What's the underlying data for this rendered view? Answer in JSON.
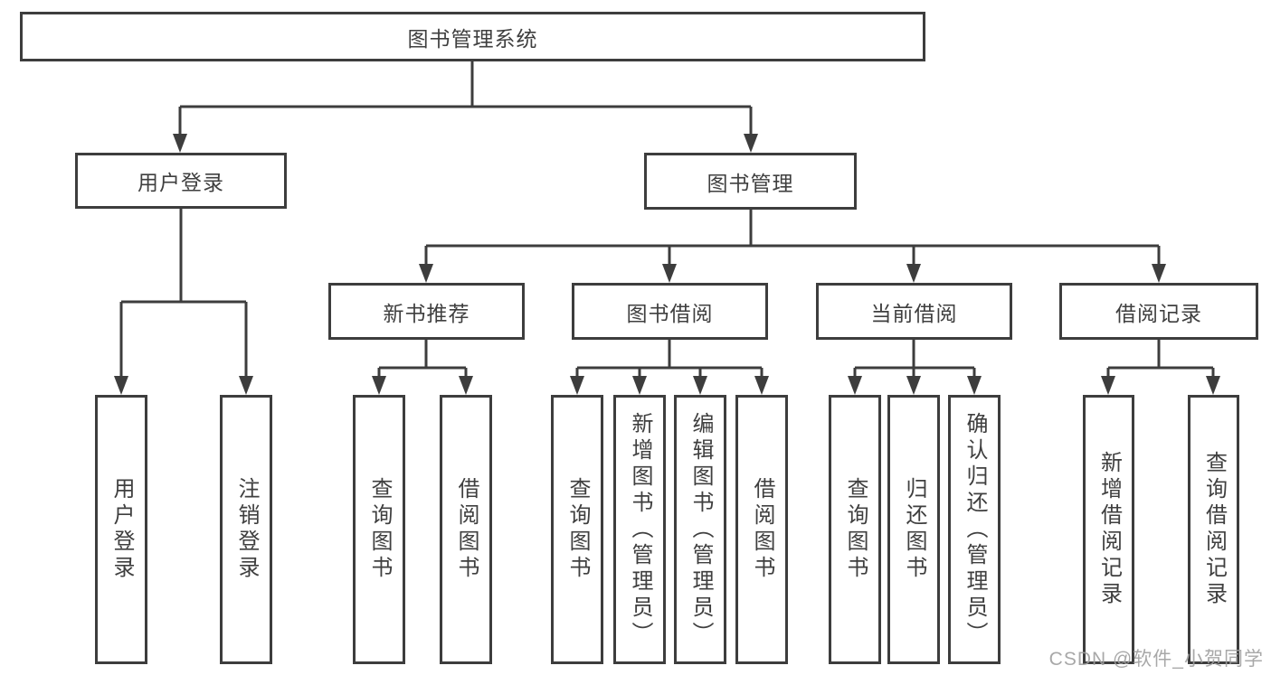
{
  "root": {
    "label": "图书管理系统"
  },
  "level2": [
    {
      "label": "用户登录"
    },
    {
      "label": "图书管理"
    }
  ],
  "level3": [
    {
      "label": "新书推荐"
    },
    {
      "label": "图书借阅"
    },
    {
      "label": "当前借阅"
    },
    {
      "label": "借阅记录"
    }
  ],
  "leaves": {
    "user": [
      "用户登录",
      "注销登录"
    ],
    "recommend": [
      "查询图书",
      "借阅图书"
    ],
    "borrow": [
      "查询图书",
      "新增图书（管理员）",
      "编辑图书（管理员）",
      "借阅图书"
    ],
    "current": [
      "查询图书",
      "归还图书",
      "确认归还（管理员）"
    ],
    "records": [
      "新增借阅记录",
      "查询借阅记录"
    ]
  },
  "watermark": "CSDN @软件_小贺同学",
  "colors": {
    "line": "#3d3d3d",
    "text": "#3f3f3f",
    "watermark": "#9e9e9e",
    "background": "#ffffff"
  }
}
